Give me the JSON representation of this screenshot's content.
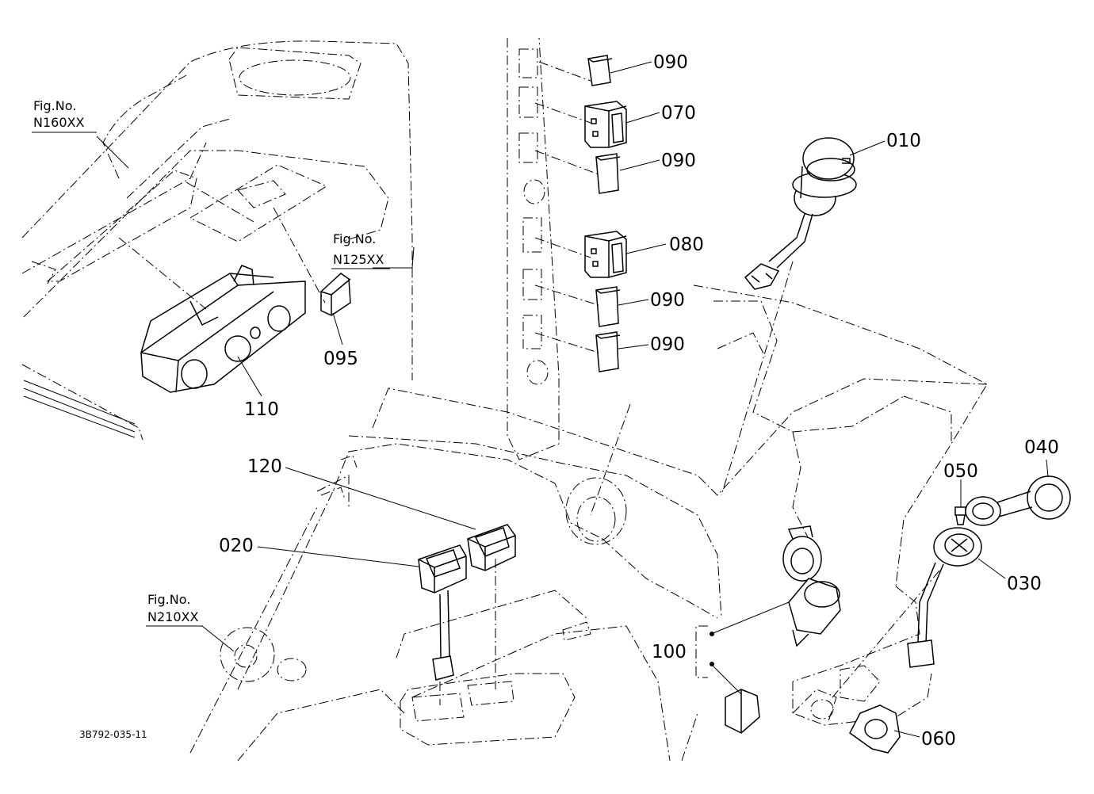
{
  "drawing_code": "3B792-035-11",
  "fig_refs": [
    {
      "id": "n160",
      "caption": "Fig.No.",
      "number": "N160XX"
    },
    {
      "id": "n125",
      "caption": "Fig.No.",
      "number": "N125XX"
    },
    {
      "id": "n210",
      "caption": "Fig.No.",
      "number": "N210XX"
    }
  ],
  "part_labels": [
    {
      "id": "p090a",
      "text": "090"
    },
    {
      "id": "p070",
      "text": "070"
    },
    {
      "id": "p090b",
      "text": "090"
    },
    {
      "id": "p010",
      "text": "010"
    },
    {
      "id": "p080",
      "text": "080"
    },
    {
      "id": "p090c",
      "text": "090"
    },
    {
      "id": "p090d",
      "text": "090"
    },
    {
      "id": "p095",
      "text": "095"
    },
    {
      "id": "p110",
      "text": "110"
    },
    {
      "id": "p120",
      "text": "120"
    },
    {
      "id": "p020",
      "text": "020"
    },
    {
      "id": "p040",
      "text": "040"
    },
    {
      "id": "p050",
      "text": "050"
    },
    {
      "id": "p030",
      "text": "030"
    },
    {
      "id": "p100",
      "text": "100"
    },
    {
      "id": "p060",
      "text": "060"
    }
  ]
}
